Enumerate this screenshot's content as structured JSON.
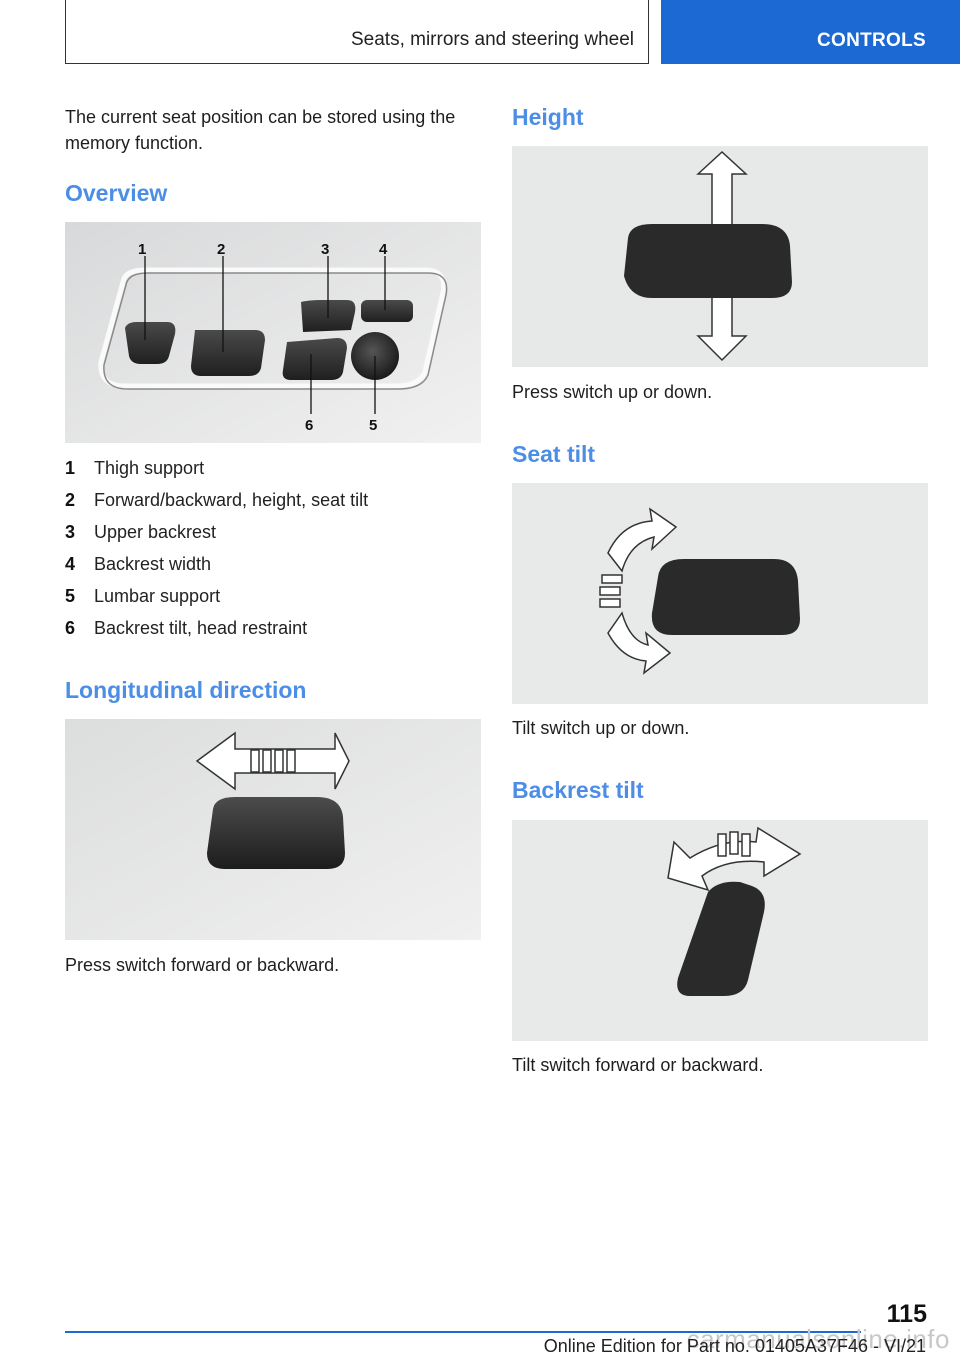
{
  "header": {
    "section": "Seats, mirrors and steering wheel",
    "chapter": "CONTROLS"
  },
  "intro": "The current seat position can be stored using the memory function.",
  "overview": {
    "heading": "Overview",
    "callouts": [
      "1",
      "2",
      "3",
      "4",
      "6",
      "5"
    ],
    "items": [
      {
        "num": "1",
        "text": "Thigh support"
      },
      {
        "num": "2",
        "text": "Forward/backward, height, seat tilt"
      },
      {
        "num": "3",
        "text": "Upper backrest"
      },
      {
        "num": "4",
        "text": "Backrest width"
      },
      {
        "num": "5",
        "text": "Lumbar support"
      },
      {
        "num": "6",
        "text": "Backrest tilt, head restraint"
      }
    ]
  },
  "longitudinal": {
    "heading": "Longitudinal direction",
    "caption": "Press switch forward or backward."
  },
  "height": {
    "heading": "Height",
    "caption": "Press switch up or down."
  },
  "seat_tilt": {
    "heading": "Seat tilt",
    "caption": "Tilt switch up or down."
  },
  "backrest_tilt": {
    "heading": "Backrest tilt",
    "caption": "Tilt switch forward or backward."
  },
  "footer": {
    "page_number": "115",
    "edition": "Online Edition for Part no. 01405A37F46 - VI/21",
    "watermark": "carmanualsonline.info"
  },
  "colors": {
    "accent": "#1c69d4",
    "heading": "#4c8ee6"
  }
}
